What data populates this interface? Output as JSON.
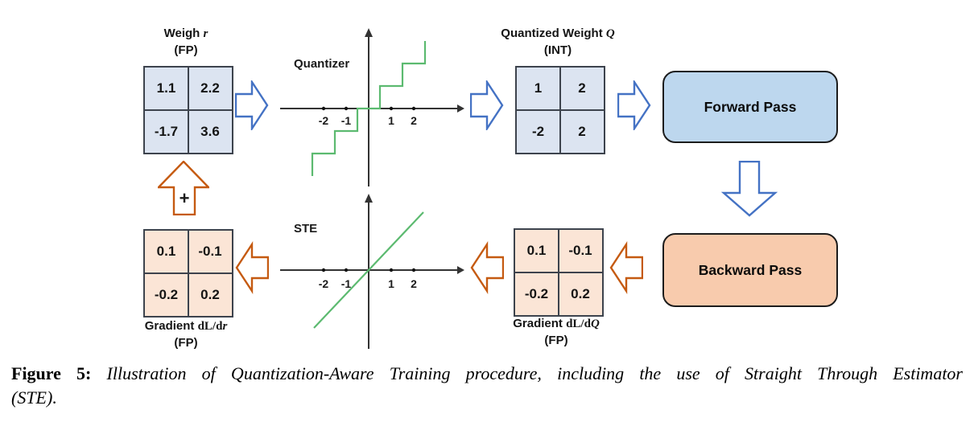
{
  "palette": {
    "arrow_blue": "#4472C4",
    "arrow_orange": "#C55A11",
    "curve_green": "#5CBA70",
    "cell_blue": "#DCE4F1",
    "cell_orange": "#FBE5D6",
    "box_blue": "#BDD7EE",
    "box_orange": "#F8CBAD",
    "axis_dark": "#333333"
  },
  "diagram": {
    "weight_matrix": {
      "text": "Weigh ",
      "math": "",
      "var": "r",
      "subtitle": "(FP)",
      "cells": [
        "1.1",
        "2.2",
        "-1.7",
        "3.6"
      ]
    },
    "quantizer": {
      "label": "Quantizer",
      "curve": "staircase y = round(x)",
      "ticks": [
        "-2",
        "-1",
        "1",
        "2"
      ]
    },
    "quantized_matrix": {
      "text": "Quantized Weight ",
      "math": "",
      "var": "Q",
      "subtitle": "(INT)",
      "cells": [
        "1",
        "2",
        "-2",
        "2"
      ]
    },
    "forward_box": {
      "label": "Forward Pass"
    },
    "backward_box": {
      "label": "Backward Pass"
    },
    "grad_q_matrix": {
      "text": "Gradient ",
      "math": "dL/d",
      "var": "Q",
      "subtitle": "(FP)",
      "cells": [
        "0.1",
        "-0.1",
        "-0.2",
        "0.2"
      ]
    },
    "ste": {
      "label": "STE",
      "curve": "identity y = x",
      "ticks": [
        "-2",
        "-1",
        "1",
        "2"
      ]
    },
    "grad_r_matrix": {
      "text": "Gradient ",
      "math": "dL/d",
      "var": "r",
      "subtitle": "(FP)",
      "cells": [
        "0.1",
        "-0.1",
        "-0.2",
        "0.2"
      ]
    },
    "plus": "+"
  },
  "caption": {
    "label": "Figure 5:",
    "body": "Illustration of Quantization-Aware Training procedure, including the use of Straight Through Estimator",
    "line2": "(STE)."
  }
}
